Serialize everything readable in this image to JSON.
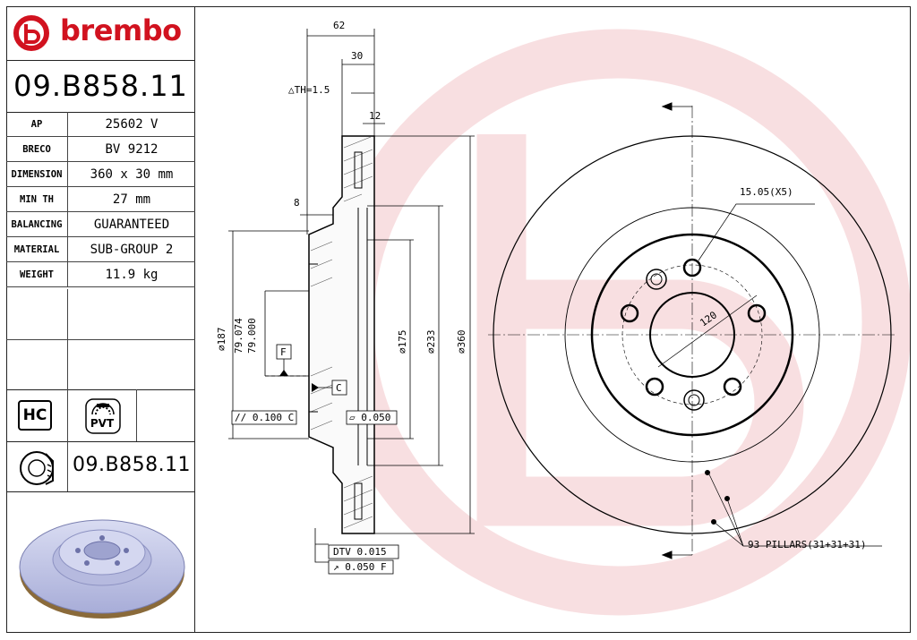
{
  "brand": {
    "name": "brembo",
    "color": "#d1121f"
  },
  "part_number": "09.B858.11",
  "specs": [
    {
      "key": "AP",
      "value": "25602 V"
    },
    {
      "key": "BRECO",
      "value": "BV 9212"
    },
    {
      "key": "DIMENSION",
      "value": "360 x 30 mm"
    },
    {
      "key": "MIN TH",
      "value": "27 mm"
    },
    {
      "key": "BALANCING",
      "value": "GUARANTEED"
    },
    {
      "key": "MATERIAL",
      "value": "SUB-GROUP 2"
    },
    {
      "key": "WEIGHT",
      "value": "11.9 kg"
    }
  ],
  "badges": {
    "hc": "HC",
    "pvt": "PVT"
  },
  "part_number_2": "09.B858.11",
  "drawing": {
    "dim_62": "62",
    "dim_30": "30",
    "dim_th": "△TH=1.5",
    "dim_12": "12",
    "dim_8": "8",
    "dim_187": "⌀187",
    "dim_79_074": "79.074",
    "dim_79_000": "79.000",
    "dim_175": "⌀175",
    "dim_233": "⌀233",
    "dim_360": "⌀360",
    "datum_f": "F",
    "datum_c": "C",
    "tol_parallel": "// 0.100 C",
    "tol_flat": "▱ 0.050",
    "tol_dtv": "DTV 0.015",
    "tol_runout": "↗ 0.050 F",
    "holes_label": "15.05(X5)",
    "pcd_label": "120",
    "pillars_label": "93 PILLARS(31+31+31)"
  }
}
